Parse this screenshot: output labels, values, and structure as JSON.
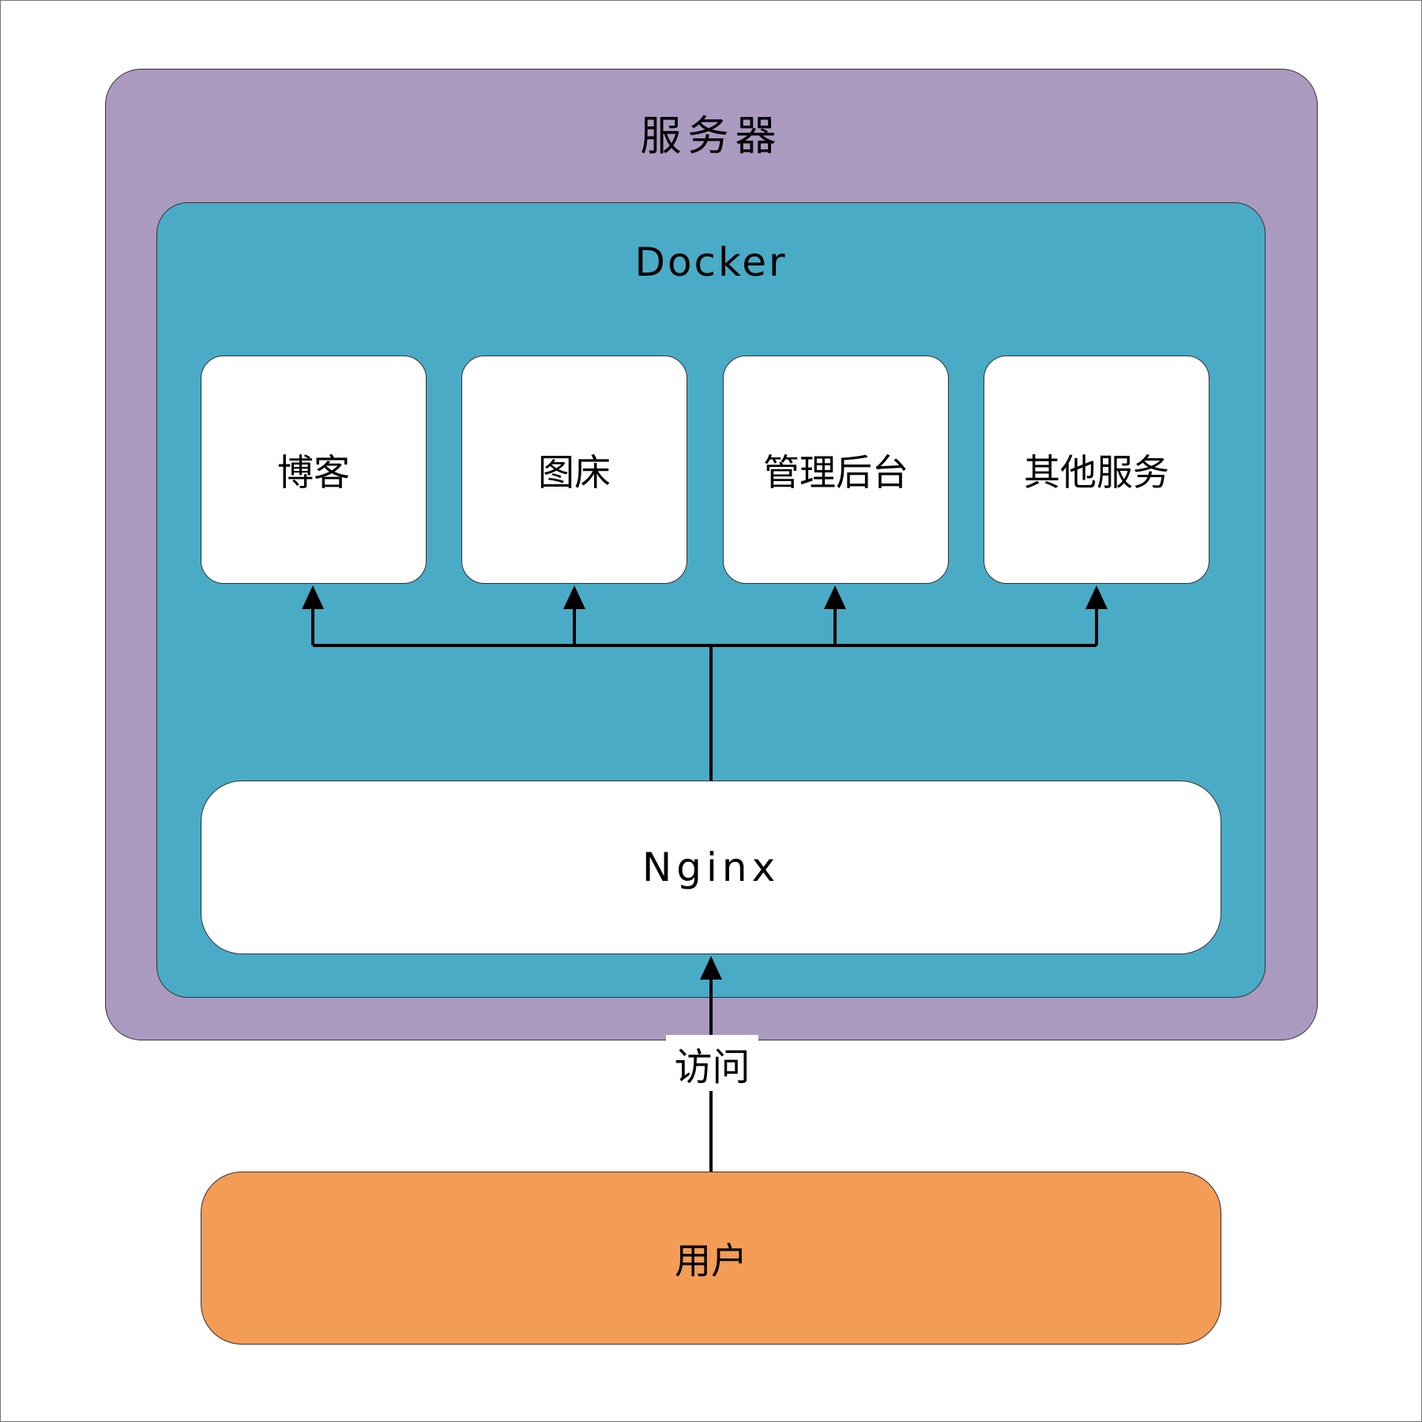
{
  "server": {
    "title": "服务器",
    "color": "#AA9AC0"
  },
  "docker": {
    "title": "Docker",
    "color": "#4AABC6"
  },
  "services": [
    "博客",
    "图床",
    "管理后台",
    "其他服务"
  ],
  "nginx": {
    "label": "Nginx"
  },
  "user": {
    "label": "用户",
    "color": "#F39C56"
  },
  "edge": {
    "label": "访问"
  }
}
